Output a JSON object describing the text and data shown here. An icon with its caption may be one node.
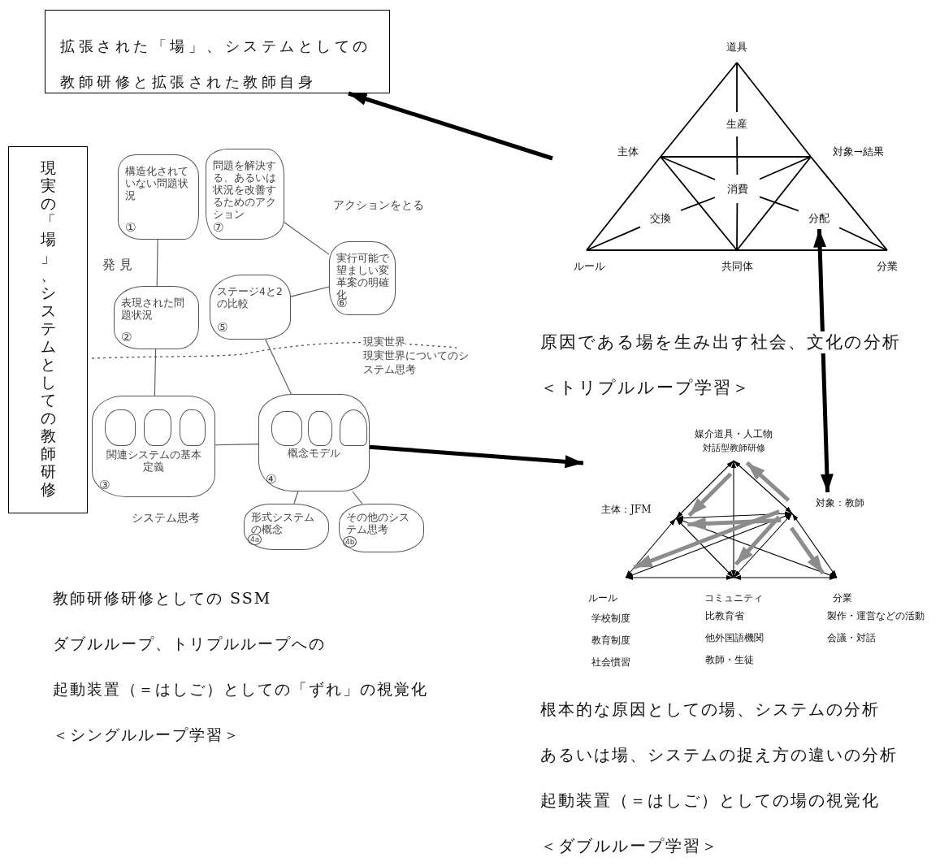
{
  "diagram": {
    "nodes": [
      {
        "text": [
          "拡張された「場」、システムとしての教師研修と拡張された教師自身"
        ]
      },
      {
        "text": [
          "現実の「場」、システムとしての教師研修"
        ]
      },
      {
        "text": [
          "構造化されていない問題状況",
          "①"
        ]
      },
      {
        "text": [
          "問題を解決する、あるいは状況を改善するためのアクション",
          "⑦"
        ]
      },
      {
        "text": [
          "表現された問題状況",
          "②"
        ]
      },
      {
        "text": [
          "ステージ4と2の比較",
          "⑤"
        ]
      },
      {
        "text": [
          "実行可能で望ましい変革案の明確化",
          "⑥"
        ]
      },
      {
        "text": [
          "関連システムの基本定義",
          "③"
        ]
      },
      {
        "text": [],
        "shape": "blob",
        "in": 7
      },
      {
        "text": [],
        "shape": "blob",
        "in": 7
      },
      {
        "text": [],
        "shape": "blob",
        "in": 7
      },
      {
        "text": [
          "概念モデル",
          "④"
        ]
      },
      {
        "text": [],
        "shape": "blob",
        "in": 11
      },
      {
        "text": [],
        "shape": "blob",
        "in": 11
      },
      {
        "text": [],
        "shape": "blob",
        "in": 11
      },
      {
        "text": [
          "形式システムの概念",
          "4a"
        ]
      },
      {
        "text": [
          "その他のシステム思考",
          "4b"
        ]
      },
      {
        "text": [
          "道具"
        ]
      },
      {
        "text": [
          "生産"
        ]
      },
      {
        "text": [
          "主体"
        ]
      },
      {
        "text": [
          "対象→結果"
        ]
      },
      {
        "text": [
          "消費"
        ]
      },
      {
        "text": [
          "交換"
        ]
      },
      {
        "text": [
          "分配"
        ]
      },
      {
        "text": [
          "ルール"
        ]
      },
      {
        "text": [
          "共同体"
        ]
      },
      {
        "text": [
          "分業"
        ]
      },
      {
        "text": [
          "媒介道具・人工物",
          "対話型教師研修"
        ]
      },
      {
        "text": [
          "主体：JFM"
        ]
      },
      {
        "text": [
          "対象：教師"
        ]
      },
      {
        "text": [
          "ルール"
        ],
        "beside": [
          "学校制度",
          "教育制度",
          "社会慣習"
        ]
      },
      {
        "text": [
          "コミュニティ"
        ],
        "beside": [
          "比教育省",
          "他外国語機関",
          "教師・生徒"
        ]
      },
      {
        "text": [
          "分業"
        ],
        "beside": [
          "製作・運営などの活動",
          "会議・対話"
        ]
      }
    ],
    "edges": [
      {
        "from": 2,
        "to": 4,
        "arrow": "none"
      },
      {
        "from": 4,
        "to": 7,
        "arrow": "none"
      },
      {
        "from": 3,
        "to": 6,
        "arrow": "none"
      },
      {
        "from": 6,
        "to": 5,
        "arrow": "none"
      },
      {
        "from": 5,
        "to": 11,
        "arrow": "none"
      },
      {
        "from": 7,
        "to": 11,
        "arrow": "none"
      },
      {
        "from": 11,
        "to": 15,
        "arrow": "none"
      },
      {
        "from": 11,
        "to": 16,
        "arrow": "none"
      },
      {
        "from": 17,
        "to": 19,
        "arrow": "none"
      },
      {
        "from": 17,
        "to": 20,
        "arrow": "none"
      },
      {
        "from": 19,
        "to": 24,
        "arrow": "none"
      },
      {
        "from": 20,
        "to": 26,
        "arrow": "none"
      },
      {
        "from": 24,
        "to": 25,
        "arrow": "none"
      },
      {
        "from": 25,
        "to": 26,
        "arrow": "none"
      },
      {
        "from": 19,
        "to": 20,
        "arrow": "none"
      },
      {
        "from": 19,
        "to": 25,
        "arrow": "none"
      },
      {
        "from": 20,
        "to": 25,
        "arrow": "none"
      },
      {
        "from": 17,
        "to": 18,
        "arrow": "none"
      },
      {
        "from": 18,
        "to": 21,
        "arrow": "none"
      },
      {
        "from": 21,
        "to": 25,
        "arrow": "none"
      },
      {
        "from": 19,
        "to": 21,
        "arrow": "none"
      },
      {
        "from": 20,
        "to": 21,
        "arrow": "none"
      },
      {
        "from": 22,
        "to": 21,
        "arrow": "none"
      },
      {
        "from": 23,
        "to": 21,
        "arrow": "none"
      },
      {
        "from": 24,
        "to": 22,
        "arrow": "none"
      },
      {
        "from": 26,
        "to": 23,
        "arrow": "none"
      },
      {
        "from": 27,
        "to": 28,
        "arrow": "both"
      },
      {
        "from": 27,
        "to": 29,
        "arrow": "both"
      },
      {
        "from": 27,
        "to": 31,
        "arrow": "both"
      },
      {
        "from": 28,
        "to": 29,
        "arrow": "both"
      },
      {
        "from": 28,
        "to": 30,
        "arrow": "both"
      },
      {
        "from": 28,
        "to": 31,
        "arrow": "both"
      },
      {
        "from": 28,
        "to": 32,
        "arrow": "both"
      },
      {
        "from": 29,
        "to": 30,
        "arrow": "both"
      },
      {
        "from": 29,
        "to": 31,
        "arrow": "both"
      },
      {
        "from": 29,
        "to": 32,
        "arrow": "both"
      },
      {
        "from": 30,
        "to": 31,
        "arrow": "both"
      },
      {
        "from": 31,
        "to": 32,
        "arrow": "both"
      },
      {
        "from": 27,
        "to": 28,
        "arrow": "to",
        "style": "thick",
        "color": "#8c8c8c"
      },
      {
        "from": 29,
        "to": 28,
        "arrow": "to",
        "style": "thick",
        "color": "#8c8c8c"
      },
      {
        "from": 29,
        "to": 27,
        "arrow": "to",
        "style": "thick",
        "color": "#8c8c8c"
      },
      {
        "from": 29,
        "to": 32,
        "arrow": "to",
        "style": "thick",
        "color": "#8c8c8c"
      },
      {
        "from": 29,
        "to": 30,
        "arrow": "to",
        "style": "thick",
        "color": "#8c8c8c"
      },
      {
        "from": 29,
        "to": 31,
        "arrow": "to",
        "style": "thick",
        "color": "#8c8c8c"
      },
      {
        "from": null,
        "to": 0,
        "arrow": "to",
        "style": "thick"
      },
      {
        "from": 23,
        "to": 29,
        "arrow": "both",
        "style": "thick"
      },
      {
        "from": 11,
        "to": null,
        "arrow": "to",
        "style": "thick"
      }
    ],
    "labels": [
      "発 見",
      "アクションをとる",
      "現実世界",
      "現実世界についてのシステム思考",
      "システム思考",
      "教師研修研修としての SSM",
      "ダブルループ、トリプルループへの",
      "起動装置（＝はしご）としての「ずれ」の視覚化",
      "＜シングルループ学習＞",
      "原因である場を生み出す社会、文化の分析",
      "＜トリプルループ学習＞",
      "根本的な原因としての場、システムの分析",
      "あるいは場、システムの捉え方の違いの分析",
      "起動装置（＝はしご）としての場の視覚化",
      "＜ダブルループ学習＞"
    ]
  }
}
